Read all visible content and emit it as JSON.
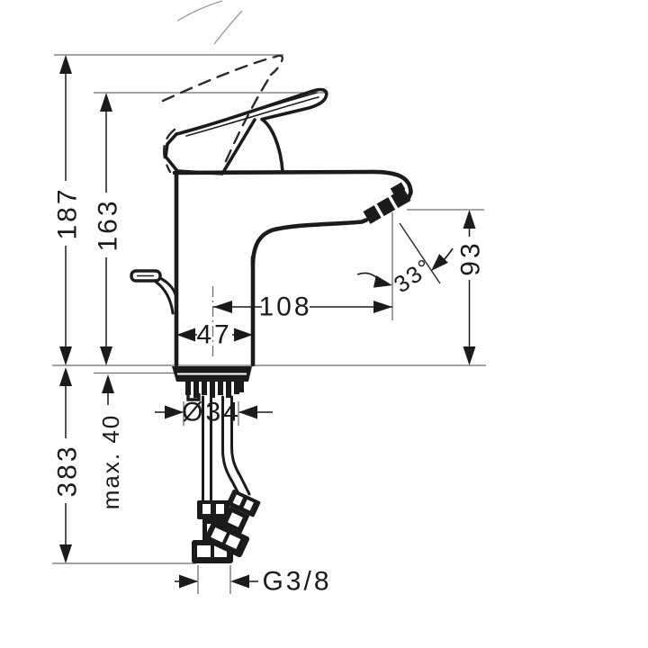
{
  "drawing": {
    "type": "technical-dimension-drawing",
    "subject": "single-lever-basin-mixer-faucet-side-view",
    "background": "#ffffff",
    "line_color": "#1b1b1b",
    "dimensions": {
      "total_height": "187",
      "lever_height": "163",
      "outlet_height": "93",
      "spout_reach": "108",
      "base_width": "47",
      "spray_angle": "33°",
      "shank_diameter": "Ø34",
      "max_mounting_thickness": "max. 40",
      "hose_length": "383",
      "connection_thread": "G3/8"
    }
  }
}
